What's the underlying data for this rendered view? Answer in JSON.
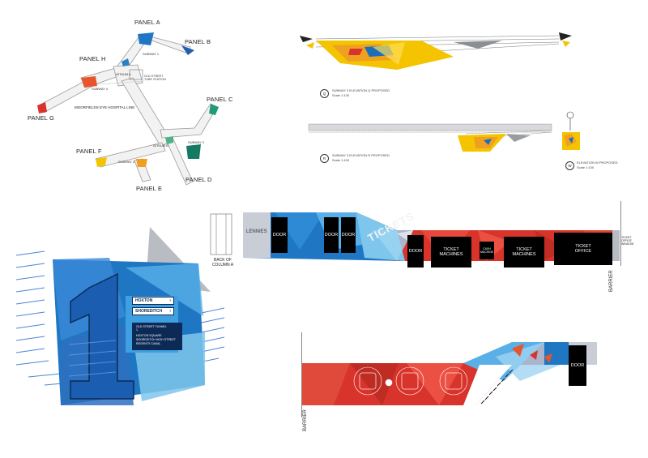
{
  "map": {
    "panels": [
      "PANEL A",
      "PANEL B",
      "PANEL C",
      "PANEL D",
      "PANEL E",
      "PANEL F",
      "PANEL G",
      "PANEL H"
    ],
    "subways": [
      "SUBWAY 1",
      "SUBWAY 2",
      "SUBWAY 3",
      "SUBWAY 4"
    ],
    "atriums": [
      "ATRIUM A",
      "ATRIUM B"
    ],
    "station_label": "OLD STREET TUBE STATION",
    "line_label": "MOORFIELDS EYE HOSPITAL LINE"
  },
  "elevations": {
    "q": {
      "marker": "Q",
      "title": "SUBWAY 3 ELEVATION Q PROPOSED",
      "scale": "Scale 1:100"
    },
    "r": {
      "marker": "R",
      "title": "SUBWAY 3 ELEVATION R PROPOSED",
      "scale": "Scale 1:100"
    },
    "w": {
      "marker": "W",
      "title": "ELEVATION W PROPOSED",
      "scale": "Scale 1:100"
    }
  },
  "sign": {
    "number": "1",
    "btn1": "HOXTON",
    "btn2": "SHOREDITCH",
    "exit_label": "OLD STREET TUNNEL 1",
    "dest1": "HOXTON SQUARE",
    "dest2": "SHOREDITCH HIGH STREET",
    "dest3": "REGENTS CANAL"
  },
  "wall_top": {
    "back_label": "BACK OF COLUMN A",
    "lennies": "LENNIES",
    "door": "DOOR",
    "tickets": "TICKETS",
    "ticket_machines": "TICKET MACHINES",
    "cash_machine": "CASH MACHINE",
    "ticket_office": "TICKET OFFICE",
    "side_note": "TICKET OFFICE WINDOW",
    "barrier": "BARRIER"
  },
  "wall_bottom": {
    "door": "DOOR",
    "barrier": "BARRIER"
  },
  "colors": {
    "blue": "#1f77c4",
    "light_blue": "#7fc6ec",
    "red": "#d8342c",
    "orange": "#f0a020",
    "yellow": "#f5c400",
    "green": "#1f9a7a",
    "grey": "#b9bcc2"
  }
}
